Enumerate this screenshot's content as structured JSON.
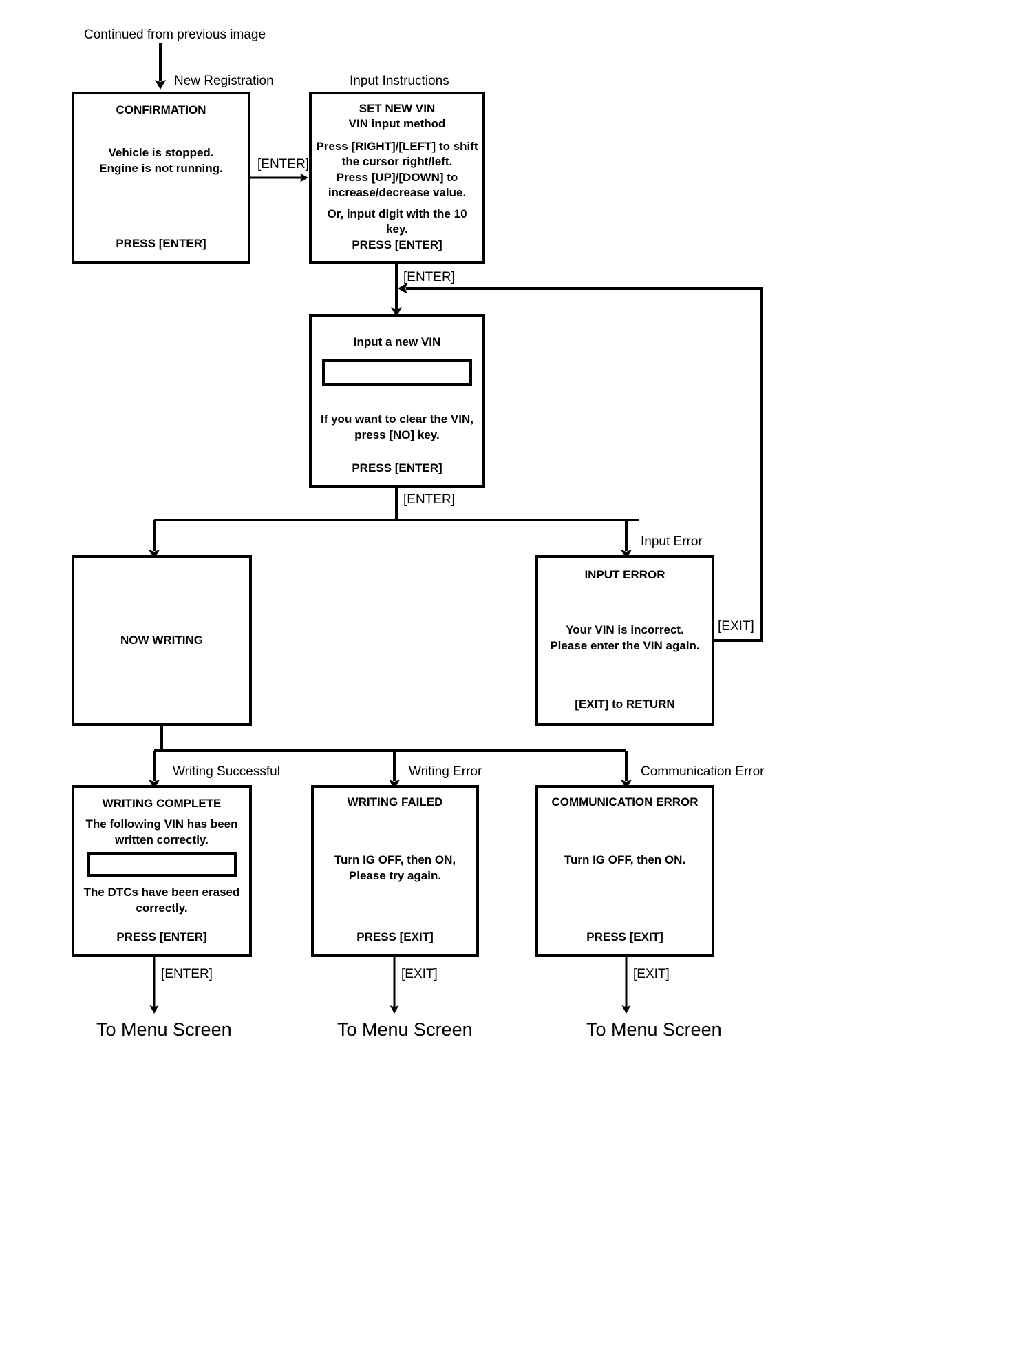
{
  "diagram": {
    "title_note": "Continued from previous image",
    "terminals": {
      "menu1": "To Menu Screen",
      "menu2": "To Menu Screen",
      "menu3": "To Menu Screen"
    },
    "edge_labels": {
      "new_registration": "New Registration",
      "input_instructions": "Input Instructions",
      "enter_1": "[ENTER]",
      "enter_2": "[ENTER]",
      "enter_3": "[ENTER]",
      "input_error": "Input Error",
      "exit_return": "[EXIT]",
      "writing_successful": "Writing Successful",
      "writing_error": "Writing Error",
      "communication_error": "Communication Error",
      "enter_out": "[ENTER]",
      "exit_out_1": "[EXIT]",
      "exit_out_2": "[EXIT]"
    },
    "nodes": {
      "confirmation": {
        "header": "CONFIRMATION",
        "body": [
          "Vehicle is stopped.",
          "Engine is not running."
        ],
        "footer": "PRESS [ENTER]"
      },
      "set_new_vin": {
        "header": [
          "SET NEW VIN",
          "VIN input method"
        ],
        "body": [
          "Press [RIGHT]/[LEFT] to shift",
          "the cursor right/left.",
          "Press [UP]/[DOWN] to",
          "increase/decrease value."
        ],
        "body2": "Or, input digit with the 10 key.",
        "footer": "PRESS [ENTER]"
      },
      "input_new_vin": {
        "header": "Input a new VIN",
        "field_value": "",
        "body": [
          "If you want to clear the VIN,",
          "press [NO] key."
        ],
        "footer": "PRESS [ENTER]"
      },
      "now_writing": {
        "header": "NOW WRITING"
      },
      "input_error": {
        "header": "INPUT ERROR",
        "body": [
          "Your VIN is incorrect.",
          "Please enter the VIN again."
        ],
        "footer": "[EXIT] to RETURN"
      },
      "writing_complete": {
        "header": "WRITING COMPLETE",
        "body": [
          "The following VIN has been",
          "written correctly."
        ],
        "field_value": "",
        "body2": [
          "The DTCs have been erased",
          "correctly."
        ],
        "footer": "PRESS [ENTER]"
      },
      "writing_failed": {
        "header": "WRITING FAILED",
        "body": [
          "Turn IG OFF, then ON,",
          "Please try again."
        ],
        "footer": "PRESS [EXIT]"
      },
      "communication_error": {
        "header": "COMMUNICATION ERROR",
        "body": [
          "Turn IG OFF, then ON."
        ],
        "footer": "PRESS [EXIT]"
      }
    },
    "colors": {
      "line": "#000000",
      "background": "#ffffff"
    }
  }
}
